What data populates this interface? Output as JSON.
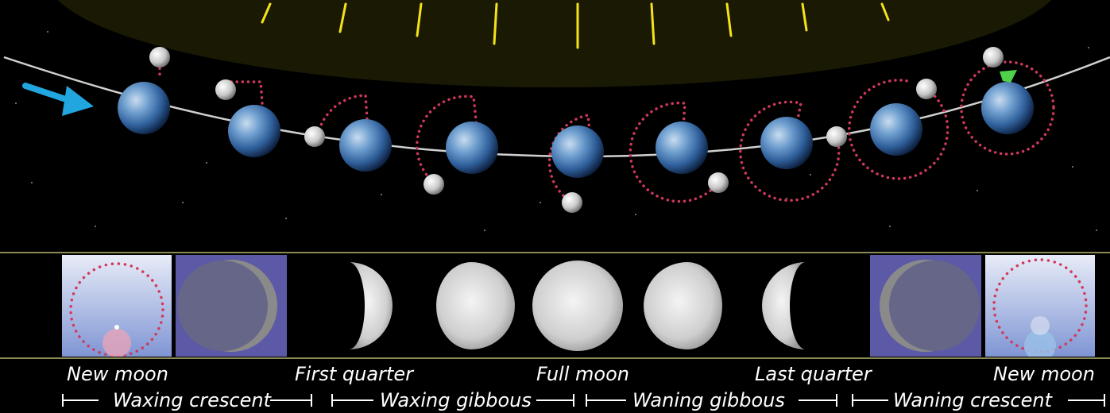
{
  "colors": {
    "background": "#000000",
    "sun_glow": "#6b6a10",
    "sun_rays": "#f5e21a",
    "orbit_path": "#d0d0d0",
    "moon_orbit_dots": "#d0395a",
    "arrow": "#21a6e0",
    "strip_border": "#8a8a55",
    "panel_blue": "#5c5aa6",
    "label_text": "#ffffff"
  },
  "icons": [
    "sun-glow",
    "direction-arrow-icon",
    "earth-icon",
    "moon-icon",
    "moon-phase-image"
  ],
  "phase_labels": [
    "New moon",
    "First quarter",
    "Full moon",
    "Last quarter",
    "New moon"
  ],
  "interval_labels": [
    "Waxing crescent",
    "Waxing gibbous",
    "Waning gibbous",
    "Waning crescent"
  ]
}
